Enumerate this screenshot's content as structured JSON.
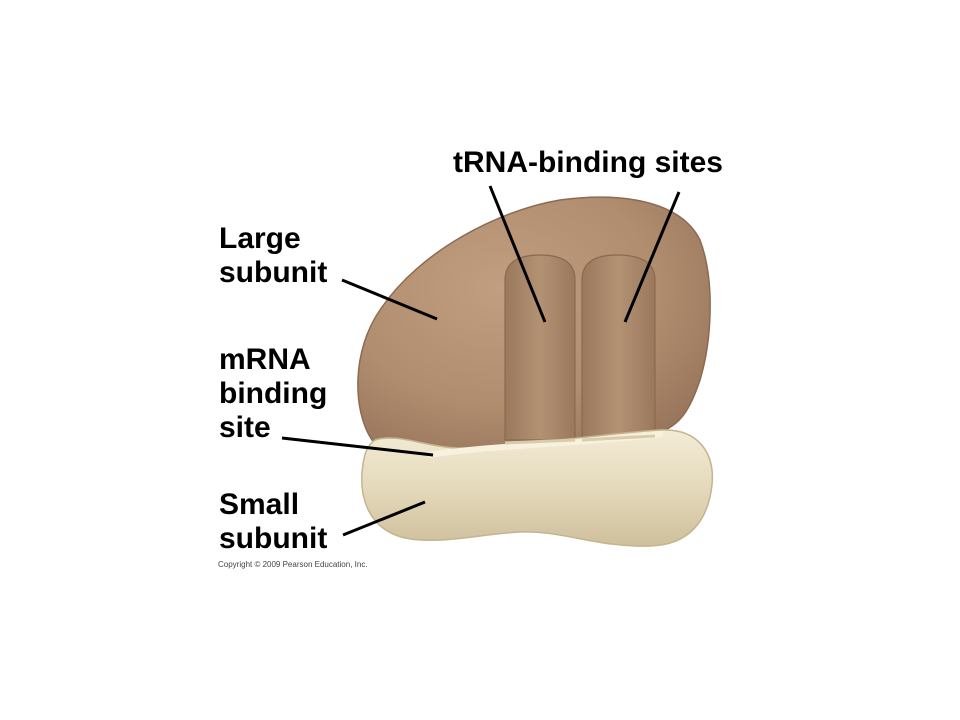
{
  "labels": {
    "trna": "tRNA-binding sites",
    "large": [
      "Large",
      "subunit"
    ],
    "mrna": [
      "mRNA",
      "binding",
      "site"
    ],
    "small": [
      "Small",
      "subunit"
    ]
  },
  "copyright": "Copyright © 2009 Pearson Education, Inc.",
  "colors": {
    "large_subunit": "#b08d6e",
    "large_subunit_shade": "#9c7a5d",
    "small_subunit": "#e5dcc0",
    "small_subunit_shade": "#d4c7a4",
    "leader_line": "#000000"
  }
}
